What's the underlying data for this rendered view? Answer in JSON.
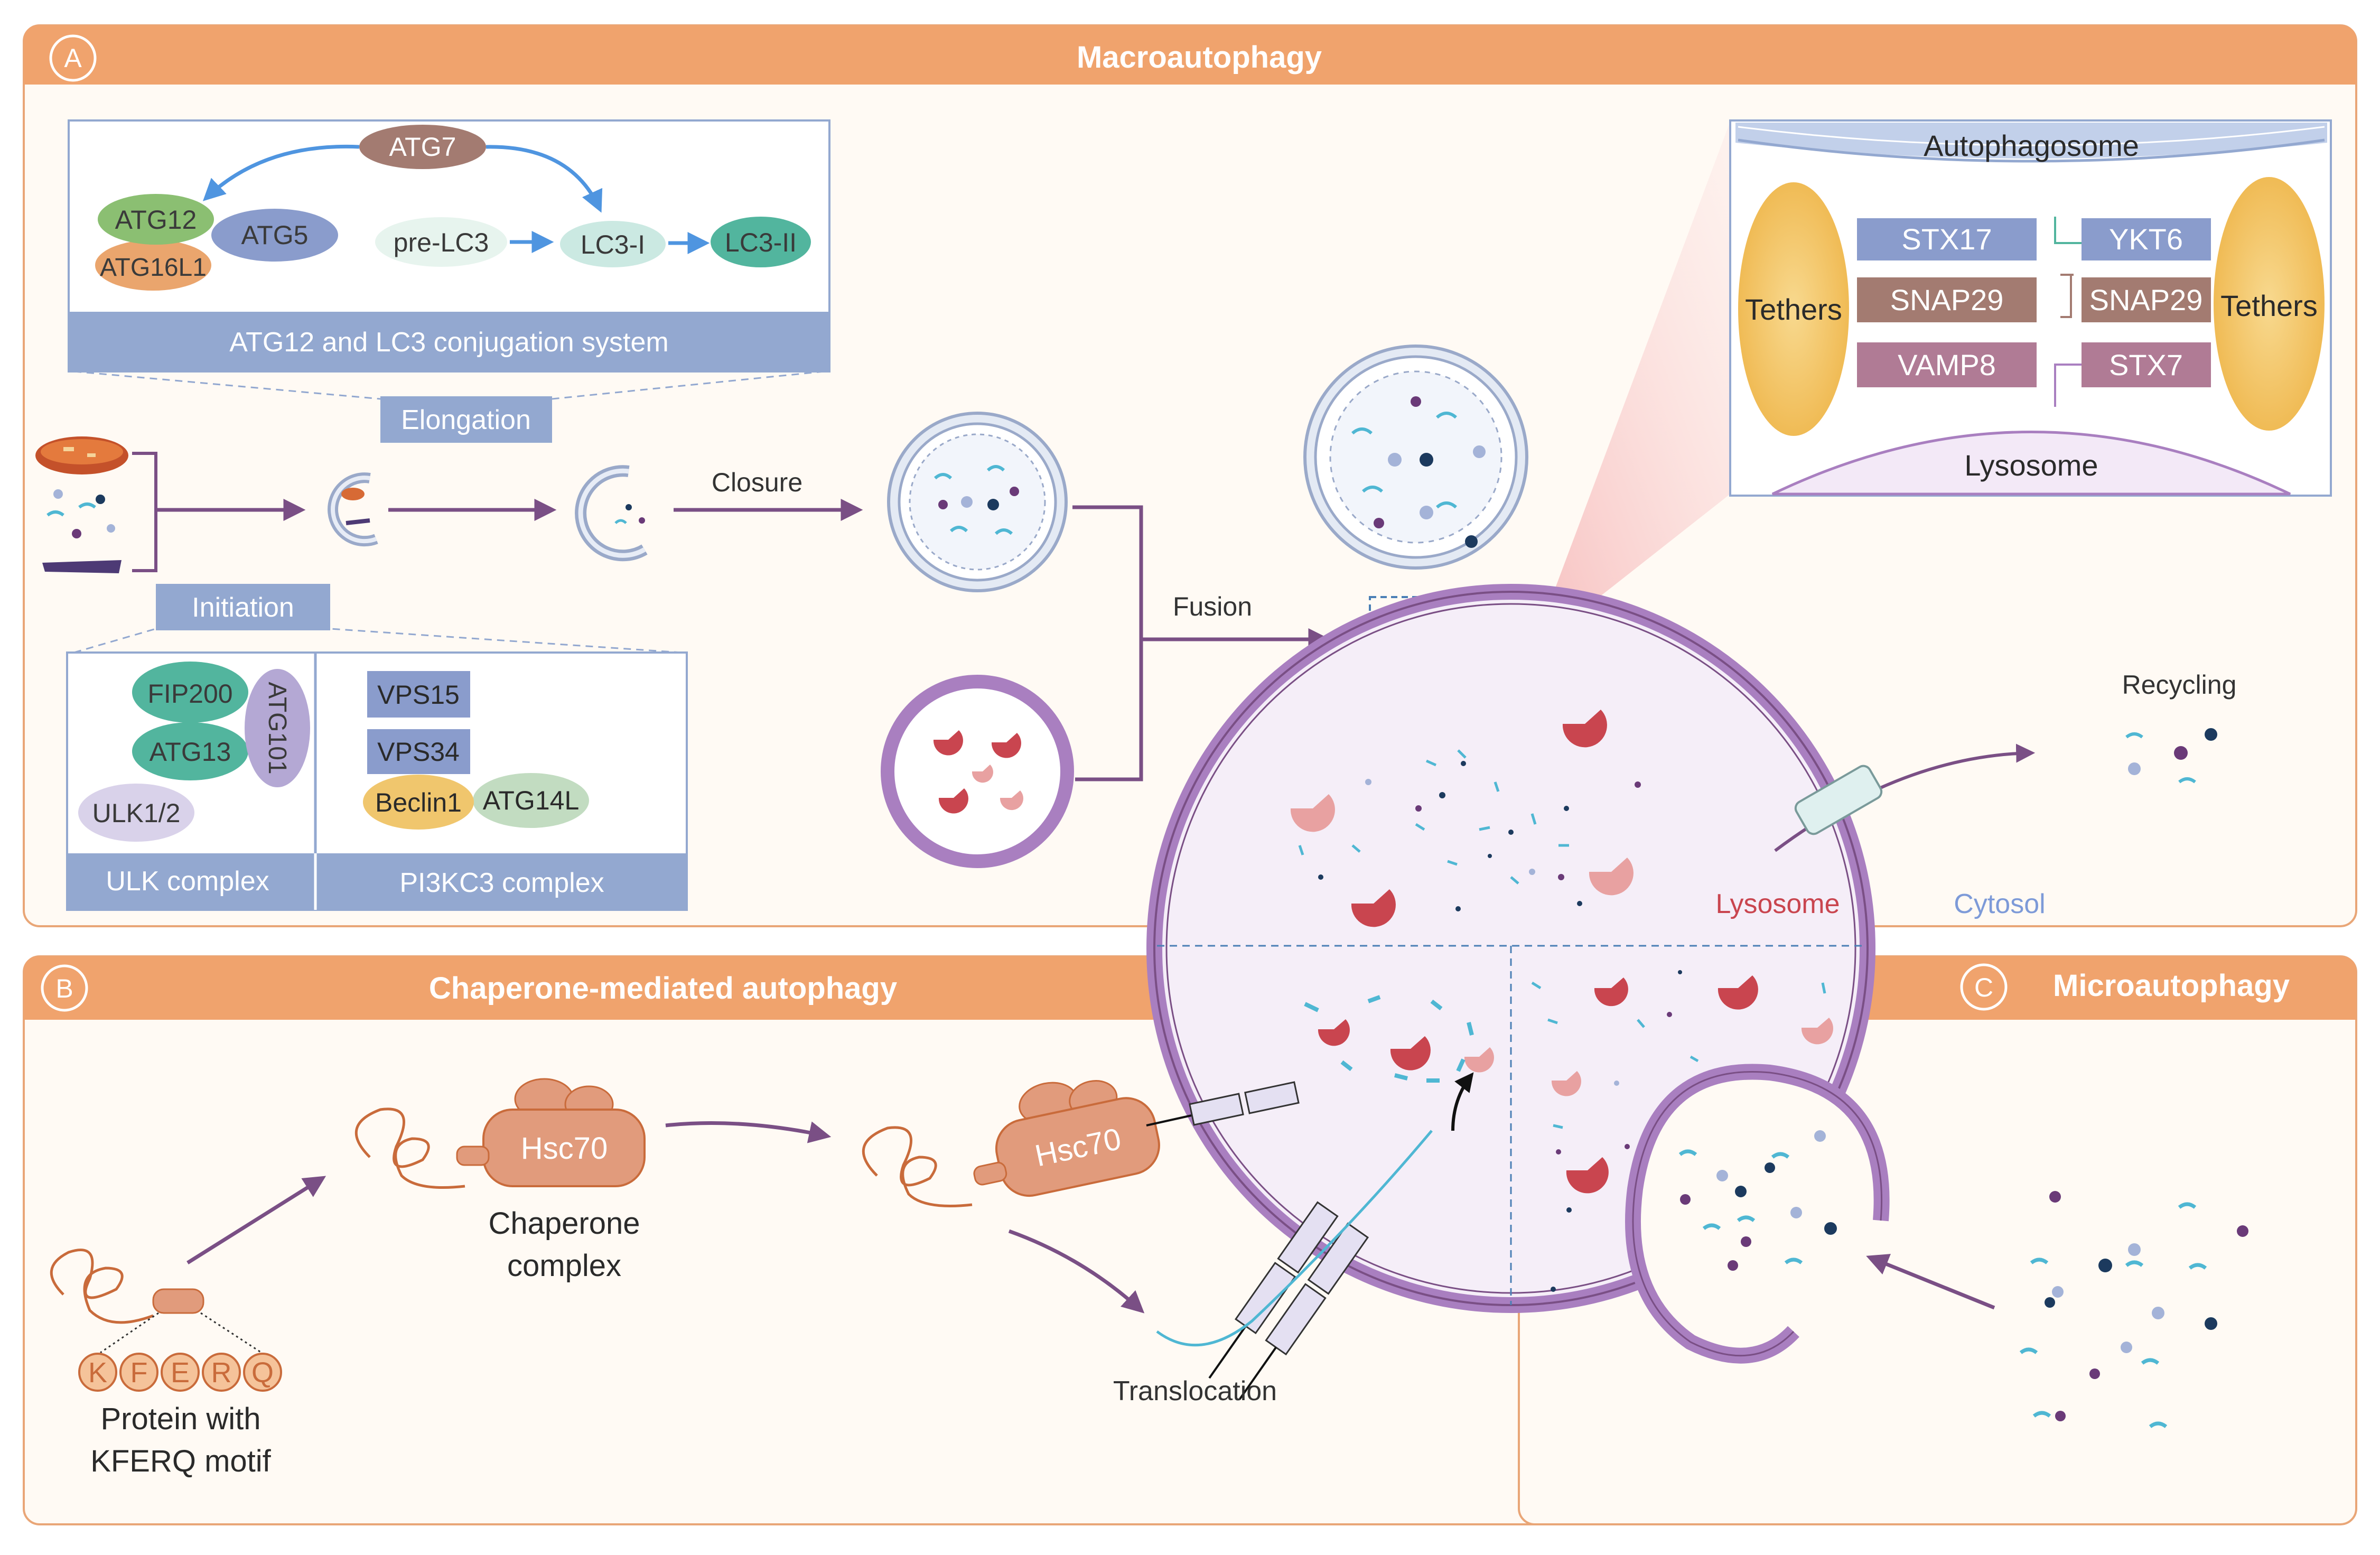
{
  "panels": {
    "a": {
      "letter": "A",
      "title": "Macroautophagy"
    },
    "b": {
      "letter": "B",
      "title": "Chaperone-mediated autophagy"
    },
    "c": {
      "letter": "C",
      "title": "Microautophagy"
    }
  },
  "conjugation": {
    "atg7": "ATG7",
    "atg12": "ATG12",
    "atg5": "ATG5",
    "atg16l1": "ATG16L1",
    "pre_lc3": "pre-LC3",
    "lc3_i": "LC3-I",
    "lc3_ii": "LC3-II",
    "caption": "ATG12 and LC3 conjugation system"
  },
  "steps": {
    "elongation": "Elongation",
    "initiation": "Initiation",
    "closure": "Closure",
    "fusion": "Fusion",
    "recycling": "Recycling",
    "translocation": "Translocation"
  },
  "initiation_box": {
    "fip200": "FIP200",
    "atg13": "ATG13",
    "atg101": "ATG101",
    "ulk12": "ULK1/2",
    "ulk_caption": "ULK complex",
    "vps15": "VPS15",
    "vps34": "VPS34",
    "beclin1": "Beclin1",
    "atg14l": "ATG14L",
    "pi3k_caption": "PI3KC3 complex"
  },
  "snare": {
    "autophagosome": "Autophagosome",
    "lysosome": "Lysosome",
    "tethers_left": "Tethers",
    "tethers_right": "Tethers",
    "stx17": "STX17",
    "ykt6": "YKT6",
    "snap29_left": "SNAP29",
    "snap29_right": "SNAP29",
    "vamp8": "VAMP8",
    "stx7": "STX7"
  },
  "compartments": {
    "lysosome": "Lysosome",
    "cytosol": "Cytosol"
  },
  "cma": {
    "hsc70_1": "Hsc70",
    "hsc70_2": "Hsc70",
    "chaperone_line1": "Chaperone",
    "chaperone_line2": "complex",
    "motif": [
      "K",
      "F",
      "E",
      "R",
      "Q"
    ],
    "protein_line1": "Protein with",
    "protein_line2": "KFERQ motif"
  },
  "colors": {
    "header": "#f0a36d",
    "panel_bg": "#fffaf4",
    "panel_border": "#e9a677",
    "box_blue": "#93a8d0",
    "purple": "#7a4f85",
    "lysosome_fill": "#f5eef8",
    "lysosome_ring": "#a97fc0",
    "enzyme": "#c9454f",
    "hsc70": "#e19b7c"
  }
}
